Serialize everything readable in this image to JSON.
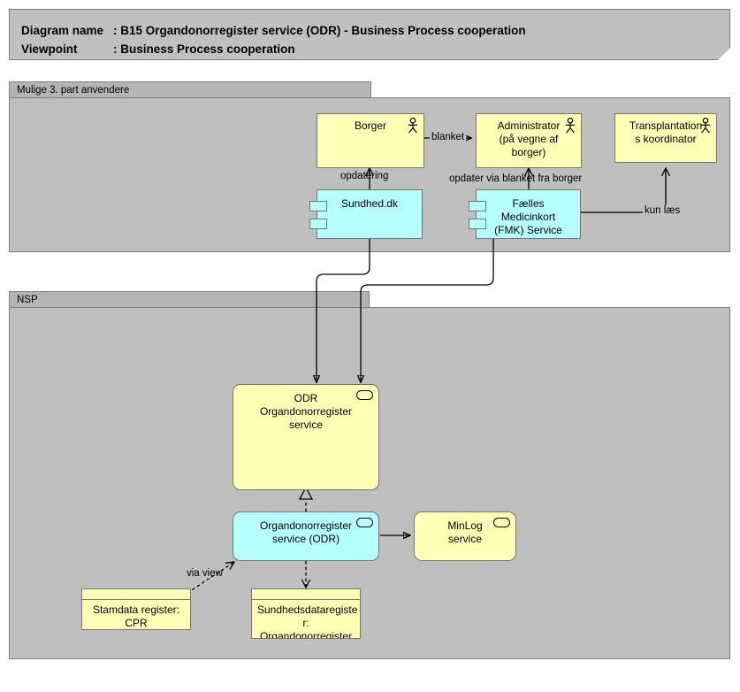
{
  "header": {
    "name_label": "Diagram name",
    "name_sep": ": ",
    "name_value": "B15 Organdonorregister service (ODR) - Business Process cooperation",
    "viewpoint_label": "Viewpoint",
    "viewpoint_sep": ": ",
    "viewpoint_value": "Business Process cooperation"
  },
  "groups": [
    {
      "id": "third-party",
      "title": "Mulige 3. part anvendere"
    },
    {
      "id": "nsp",
      "title": "NSP"
    }
  ],
  "nodes": {
    "borger": {
      "label": "Borger",
      "type": "business-actor"
    },
    "administrator": {
      "label": "Administrator\n(på vegne af\nborger)",
      "type": "business-actor"
    },
    "koordinator": {
      "label": "Transplantation\ns koordinator",
      "type": "business-actor"
    },
    "sundhed": {
      "label": "Sundhed.dk",
      "type": "application-component"
    },
    "fmk": {
      "label": "Fælles\nMedicinkort\n(FMK) Service",
      "type": "application-component"
    },
    "odr_service": {
      "label": "ODR\nOrgandonorregister\nservice",
      "type": "business-service"
    },
    "odr_app": {
      "label": "Organdonorregister\nservice (ODR)",
      "type": "application-service"
    },
    "minlog": {
      "label": "MinLog\nservice",
      "type": "business-service"
    },
    "cpr": {
      "label": "Stamdata register:\nCPR",
      "type": "data-object"
    },
    "sundhedsdata": {
      "label": "Sundhedsdataregiste\nr:\nOrgandonorregister",
      "type": "data-object"
    }
  },
  "edges": [
    {
      "id": "blanket",
      "label": "blanket",
      "from": "borger",
      "to": "administrator"
    },
    {
      "id": "opdatering",
      "label": "opdatering",
      "from": "sundhed",
      "to": "borger"
    },
    {
      "id": "opdater-fmk",
      "label": "opdater via blanket fra borger",
      "from": "fmk",
      "to": "administrator"
    },
    {
      "id": "kun-laes",
      "label": "kun læs",
      "from": "fmk",
      "to": "koordinator"
    },
    {
      "id": "sundhed-odr",
      "label": "",
      "from": "sundhed",
      "to": "odr_service"
    },
    {
      "id": "fmk-odr",
      "label": "",
      "from": "fmk",
      "to": "odr_service"
    },
    {
      "id": "realize",
      "label": "",
      "from": "odr_app",
      "to": "odr_service"
    },
    {
      "id": "odr-minlog",
      "label": "",
      "from": "odr_app",
      "to": "minlog"
    },
    {
      "id": "via-view",
      "label": "via view",
      "from": "cpr",
      "to": "odr_app"
    },
    {
      "id": "odr-data",
      "label": "",
      "from": "odr_app",
      "to": "sundhedsdata"
    }
  ],
  "colors": {
    "business": "#ffffb5",
    "application": "#b5ffff",
    "group_header": "#b4b4b4",
    "group_body": "#bfbfbf",
    "title_bg": "#c0c0c0",
    "border": "#767676",
    "line": "#000000"
  }
}
